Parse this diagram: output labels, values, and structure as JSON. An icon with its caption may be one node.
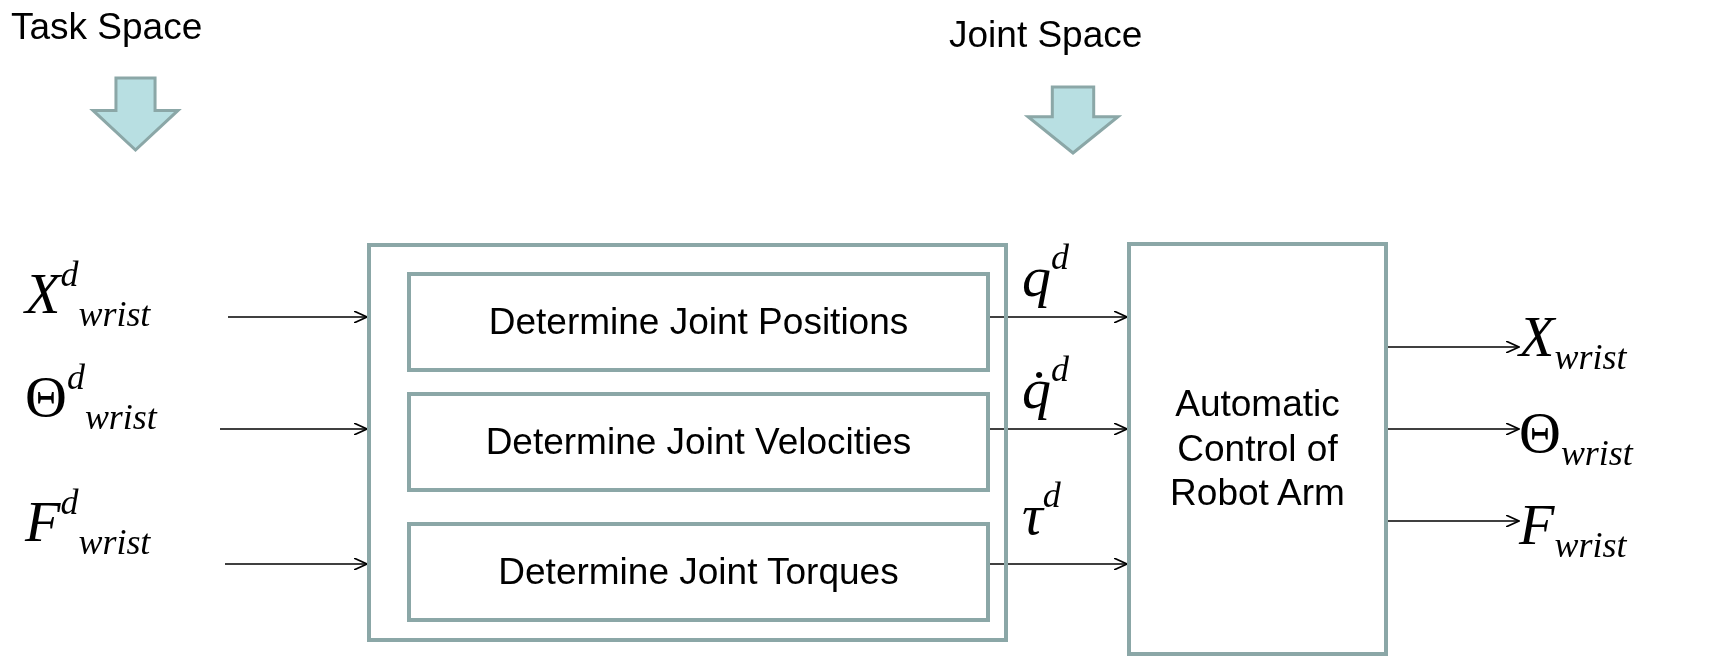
{
  "diagram": {
    "nodes": [
      {
        "text": [],
        "shape": "box"
      },
      {
        "text": [
          "Determine Joint Positions"
        ],
        "in": 0
      },
      {
        "text": [
          "Determine Joint Velocities"
        ],
        "in": 0
      },
      {
        "text": [
          "Determine Joint Torques"
        ],
        "in": 0
      },
      {
        "text": [
          "Automatic Control of Robot Arm"
        ]
      },
      {
        "text": [
          "*X*$^{d}$$_{wrist}$"
        ]
      },
      {
        "text": [
          "Θ$^{d}$$_{wrist}$"
        ]
      },
      {
        "text": [
          "*F*$^{d}$$_{wrist}$"
        ]
      },
      {
        "text": [
          "*X*$_{wrist}$"
        ]
      },
      {
        "text": [
          "Θ$_{wrist}$"
        ]
      },
      {
        "text": [
          "*F*$_{wrist}$"
        ]
      }
    ],
    "edges": [
      {
        "from": 5,
        "to": 0,
        "arrow": "to"
      },
      {
        "from": 6,
        "to": 0,
        "arrow": "to"
      },
      {
        "from": 7,
        "to": 0,
        "arrow": "to"
      },
      {
        "from": 1,
        "to": 4,
        "arrow": "to",
        "label": "*q*$^{d}$"
      },
      {
        "from": 2,
        "to": 4,
        "arrow": "to",
        "label": "*q̇*$^{d}$"
      },
      {
        "from": 3,
        "to": 4,
        "arrow": "to",
        "label": "*τ*$^{d}$"
      },
      {
        "from": 4,
        "to": 8,
        "arrow": "to"
      },
      {
        "from": 4,
        "to": 9,
        "arrow": "to"
      },
      {
        "from": 4,
        "to": 10,
        "arrow": "to"
      }
    ],
    "labels": [
      "Task Space",
      "Joint Space"
    ]
  }
}
